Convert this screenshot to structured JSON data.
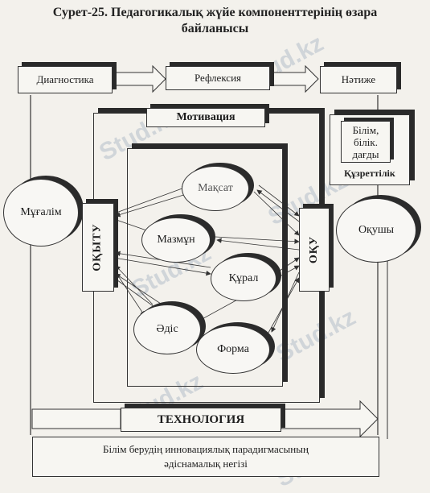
{
  "title": {
    "line1": "Сурет-25. Педагогикалық  жүйе компоненттерінің өзара",
    "line2": "байланысы"
  },
  "top_row": {
    "diagnostics": "Диагностика",
    "reflexion": "Рефлексия",
    "result": "Нәтиже"
  },
  "right_panel": {
    "knowledge": "Білім, білік. дағды",
    "competence": "Құзреттілік"
  },
  "motivation": "Мотивация",
  "teacher": "Мұғалім",
  "student": "Оқушы",
  "teaching": "ОҚЫТУ",
  "learning": "ОҚУ",
  "components": {
    "goal": "Мақсат",
    "content": "Мазмұн",
    "tool": "Құрал",
    "method": "Әдіс",
    "form": "Форма"
  },
  "technology": "ТЕХНОЛОГИЯ",
  "bottom": {
    "line1": "Білім берудің инновациялық парадигмасының",
    "line2": "әдіснамалық негізі"
  },
  "watermark": "Stud.kz"
}
